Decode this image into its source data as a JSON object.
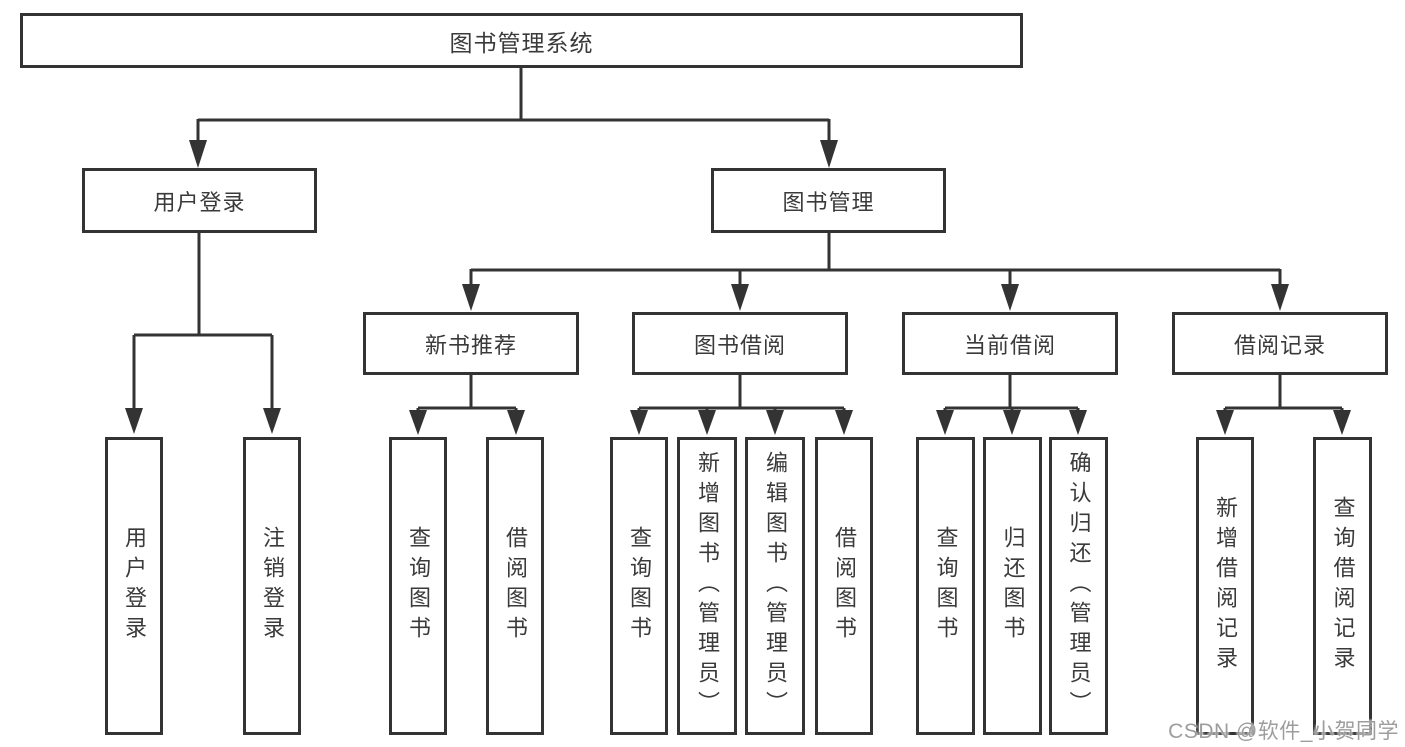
{
  "diagram": {
    "title": "图书管理系统",
    "level1": {
      "user_login": "用户登录",
      "book_management": "图书管理"
    },
    "level2": {
      "new_book": "新书推荐",
      "book_borrow": "图书借阅",
      "current_borrow": "当前借阅",
      "borrow_records": "借阅记录"
    },
    "leaves": {
      "user_login": [
        "用户登录",
        "注销登录"
      ],
      "new_book": [
        "查询图书",
        "借阅图书"
      ],
      "book_borrow": [
        "查询图书",
        "新增图书（管理员）",
        "编辑图书（管理员）",
        "借阅图书"
      ],
      "current_borrow": [
        "查询图书",
        "归还图书",
        "确认归还（管理员）"
      ],
      "borrow_records": [
        "新增借阅记录",
        "查询借阅记录"
      ]
    },
    "colors": {
      "line": "#333333",
      "text": "#3a3a3a",
      "watermark": "#9d9d9d",
      "background": "#ffffff"
    }
  },
  "watermark": {
    "text": "CSDN @软件_小贺同学"
  }
}
